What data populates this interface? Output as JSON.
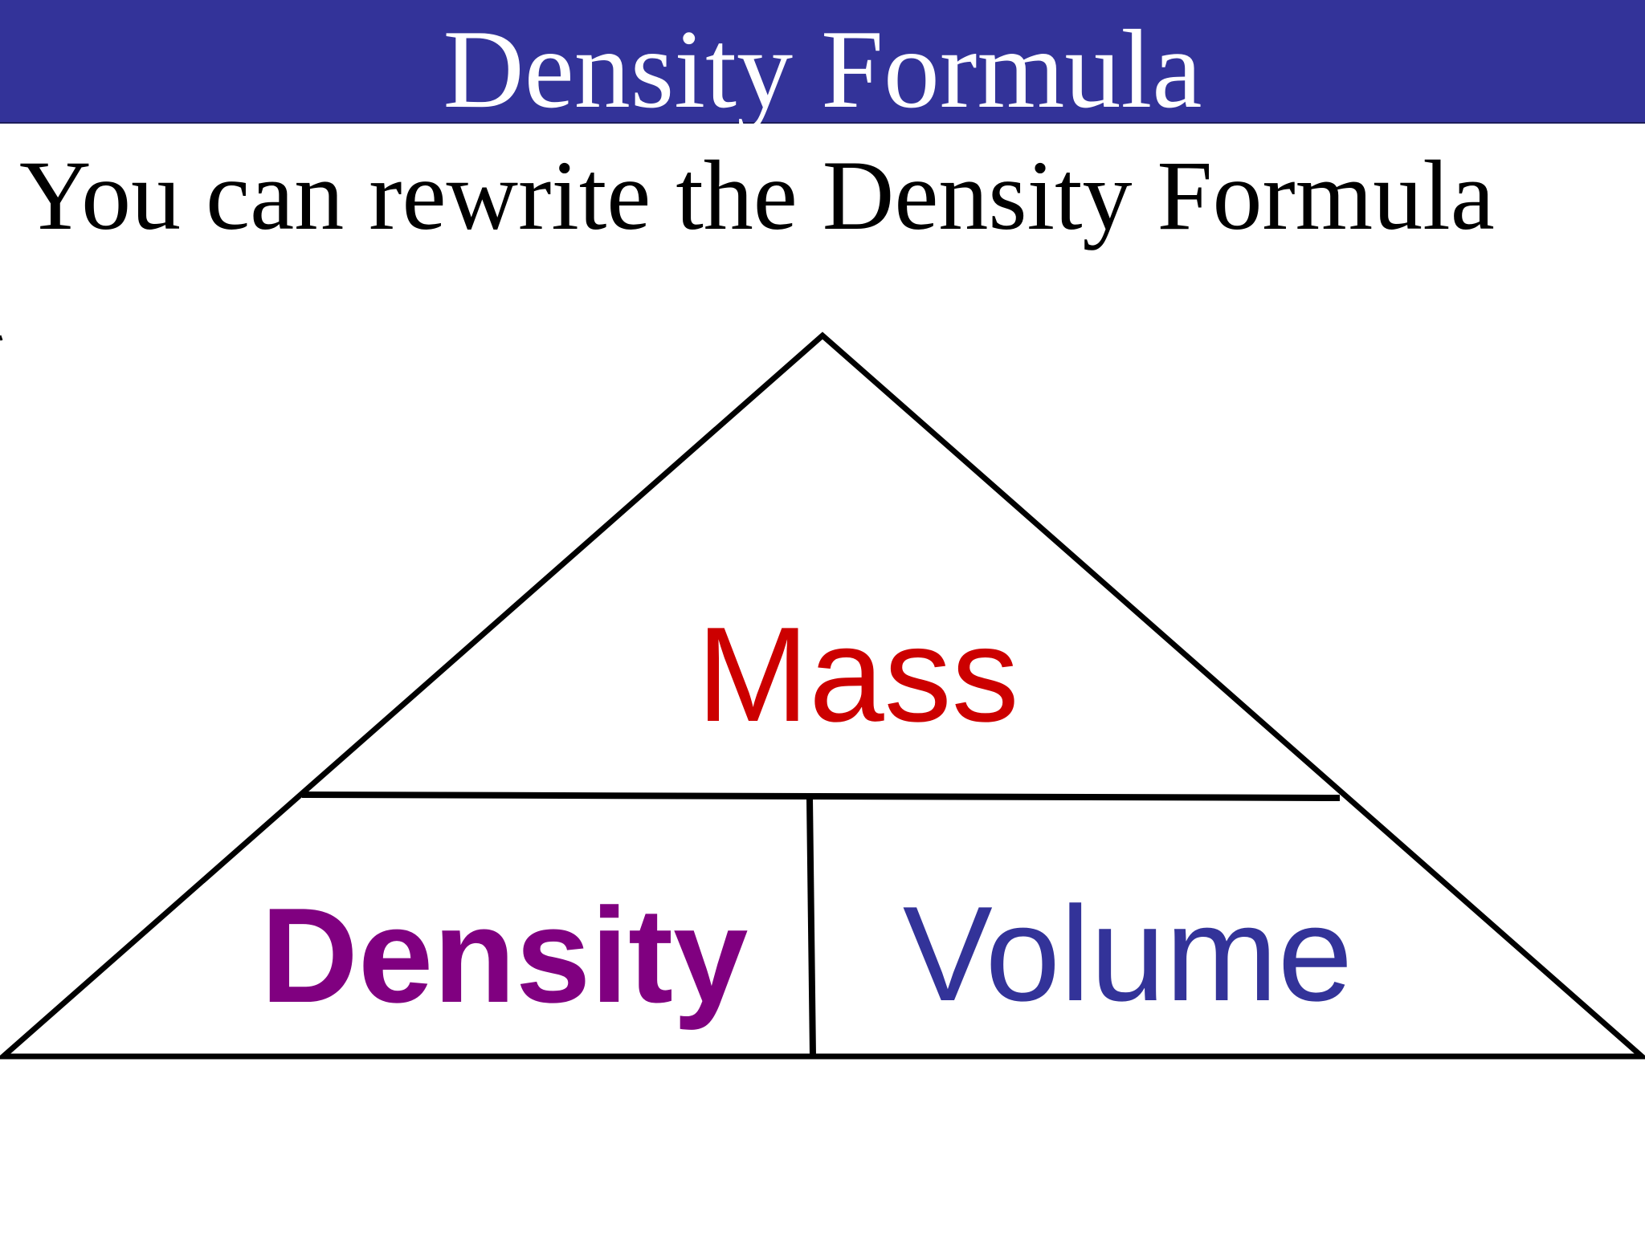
{
  "title": "Density Formula",
  "subtitle": "You can rewrite the Density Formula",
  "triangle": {
    "top_label": "Mass",
    "bottom_left_label": "Density",
    "bottom_right_label": "Volume"
  },
  "colors": {
    "title_bar": "#333399",
    "mass": "#cc0000",
    "density": "#800080",
    "volume": "#333399"
  }
}
